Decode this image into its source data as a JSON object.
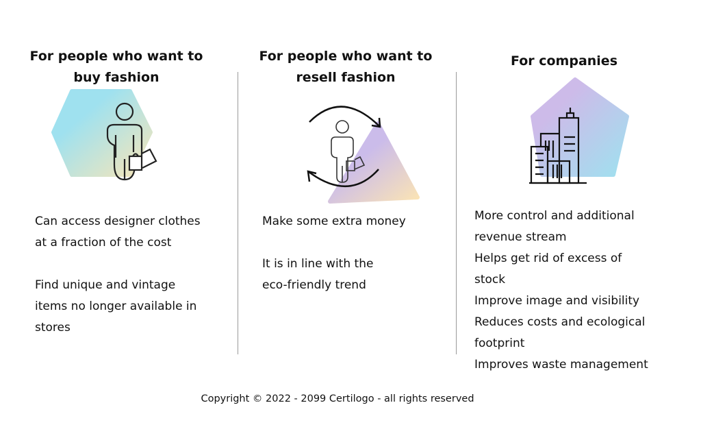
{
  "columns": [
    {
      "title_lines": [
        "For people who want to",
        "buy fashion"
      ],
      "icon": "shopper-hexagon-icon",
      "items": [
        [
          "Can access designer clothes",
          "at a fraction of the cost"
        ],
        [
          "Find unique and vintage",
          "items no longer available in",
          "stores"
        ]
      ]
    },
    {
      "title_lines": [
        "For people who want to",
        "resell fashion"
      ],
      "icon": "resell-cycle-icon",
      "items": [
        [
          "Make some extra money"
        ],
        [
          "It is in line with the",
          "eco-friendly trend"
        ]
      ]
    },
    {
      "title_lines": [
        "For companies"
      ],
      "icon": "buildings-pentagon-icon",
      "items": [
        [
          "More control and additional",
          "revenue stream"
        ],
        [
          "Helps get rid of excess of",
          "stock"
        ],
        [
          "Improve image and visibility"
        ],
        [
          "Reduces costs and ecological",
          "footprint"
        ],
        [
          "Improves waste management"
        ]
      ]
    }
  ],
  "footer": {
    "copyright": "Copyright © 2022 - 2099 Certilogo - all rights reserved"
  }
}
